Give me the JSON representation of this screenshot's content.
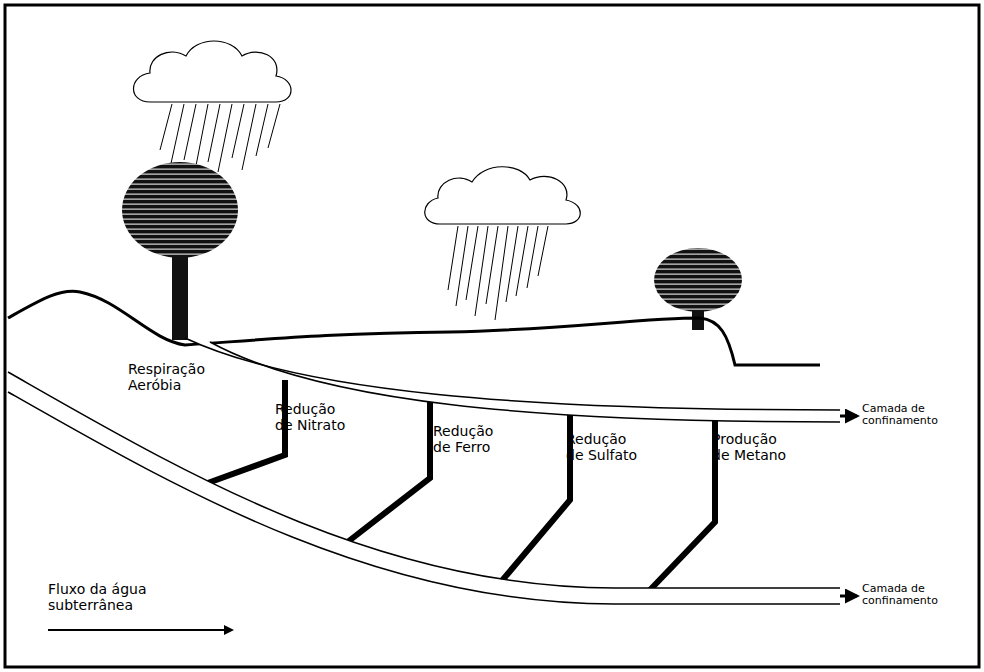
{
  "diagram": {
    "labels": [
      "Respiração Aeróbia",
      "Redução de Nitrato",
      "Redução de Ferro",
      "Redução de Sulfato",
      "Produção de Metano",
      "Camada de confinamento",
      "Camada de confinamento",
      "Fluxo da água subterrânea"
    ]
  }
}
